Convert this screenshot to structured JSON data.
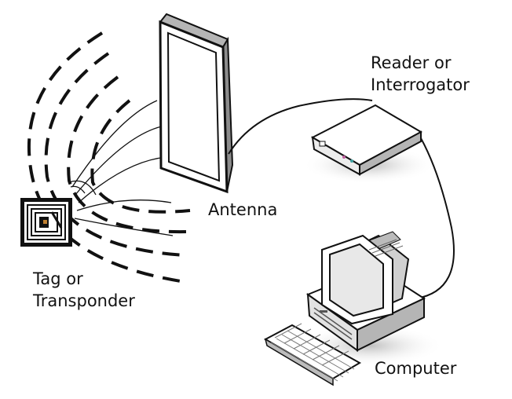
{
  "labels": {
    "reader_line1": "Reader or",
    "reader_line2": "Interrogator",
    "antenna": "Antenna",
    "tag_line1": "Tag or",
    "tag_line2": "Transponder",
    "computer": "Computer"
  },
  "colors": {
    "line": "#111111",
    "device_fill": "#ffffff",
    "shade_light": "#d9d9d9",
    "shade_mid": "#b5b5b5",
    "shade_dark": "#8c8c8c",
    "tag_accent": "#c08030"
  }
}
